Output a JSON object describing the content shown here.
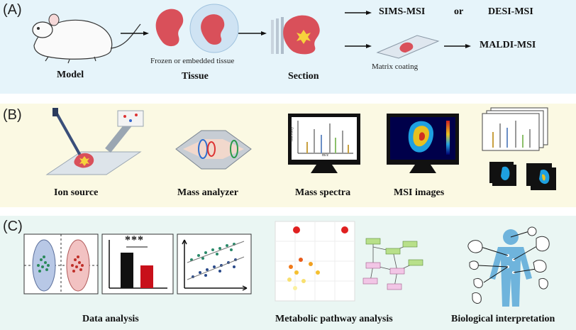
{
  "panels": {
    "a": {
      "label": "(A)",
      "model": "Model",
      "tissue_note": "Frozen or embedded tissue",
      "tissue": "Tissue",
      "section": "Section",
      "sims": "SIMS-MSI",
      "or": "or",
      "desi": "DESI-MSI",
      "matrix_coating": "Matrix coating",
      "maldi": "MALDI-MSI"
    },
    "b": {
      "label": "(B)",
      "ion_source": "Ion source",
      "mass_analyzer": "Mass analyzer",
      "mass_spectra": "Mass spectra",
      "msi_images": "MSI images",
      "intensity_axis": "Intensity",
      "mz_axis": "m/z"
    },
    "c": {
      "label": "(C)",
      "stars": "***",
      "data_analysis": "Data analysis",
      "pathway": "Metabolic pathway analysis",
      "interpretation": "Biological interpretation"
    }
  },
  "colors": {
    "panel_a_bg": "#e6f4fa",
    "panel_b_bg": "#fbf9e3",
    "panel_c_bg": "#eaf6f3",
    "tissue": "#d9505a",
    "body": "#6fb4dc"
  }
}
